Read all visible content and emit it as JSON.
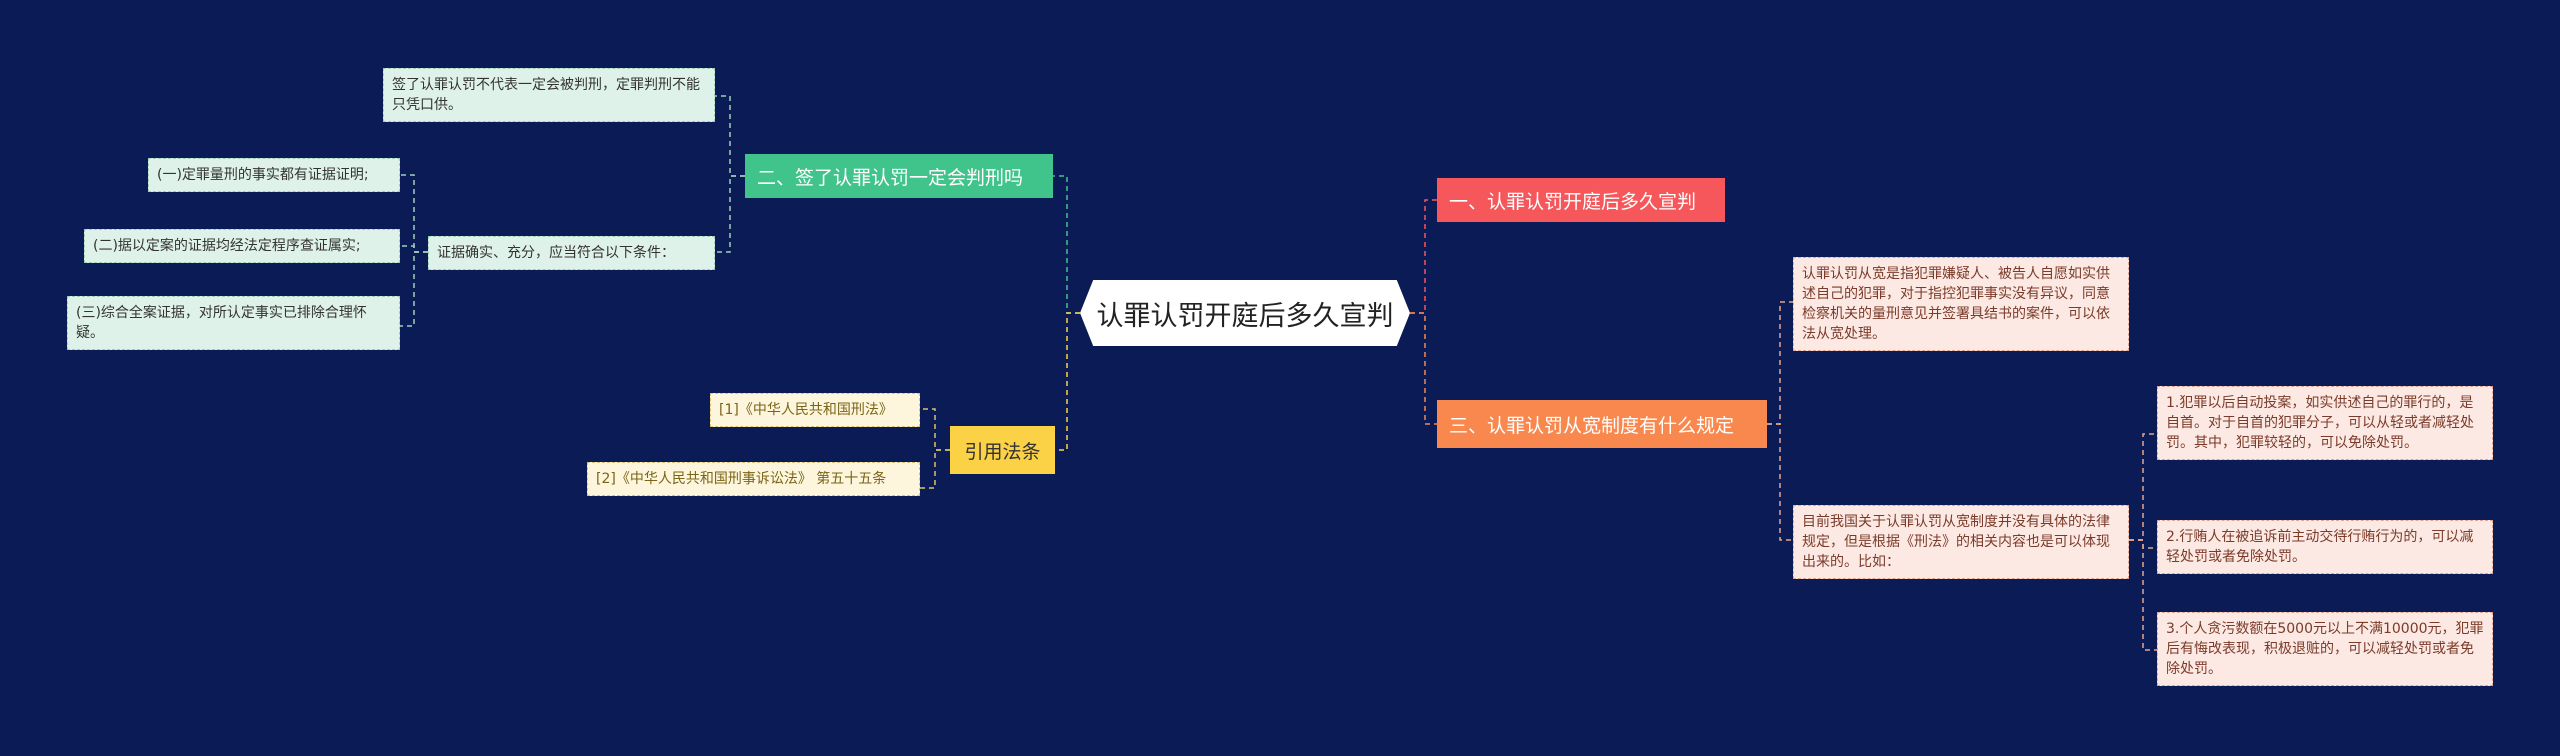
{
  "colors": {
    "background": "#0b1b55",
    "branch1": "#f5575b",
    "branch2": "#41c48b",
    "branch3": "#f8884e",
    "branch4": "#fbd245"
  },
  "root": "认罪认罚开庭后多久宣判",
  "branches": {
    "b1": "一、认罪认罚开庭后多久宣判",
    "b2": "二、签了认罪认罚一定会判刑吗",
    "b3": "三、认罪认罚从宽制度有什么规定",
    "b4": "引用法条"
  },
  "b2_children": {
    "g1": "签了认罪认罚不代表一定会被判刑，定罪判刑不能只凭口供。",
    "g2": "证据确实、充分，应当符合以下条件：",
    "g3": "(一)定罪量刑的事实都有证据证明;",
    "g4": "(二)据以定案的证据均经法定程序查证属实;",
    "g5": "(三)综合全案证据，对所认定事实已排除合理怀疑。"
  },
  "b3_children": {
    "r1": "认罪认罚从宽是指犯罪嫌疑人、被告人自愿如实供述自己的犯罪，对于指控犯罪事实没有异议，同意检察机关的量刑意见并签署具结书的案件，可以依法从宽处理。",
    "r2": "目前我国关于认罪认罚从宽制度并没有具体的法律规定，但是根据《刑法》的相关内容也是可以体现出来的。比如：",
    "r3": "1.犯罪以后自动投案，如实供述自己的罪行的，是自首。对于自首的犯罪分子，可以从轻或者减轻处罚。其中，犯罪较轻的，可以免除处罚。",
    "r4": "2.行贿人在被追诉前主动交待行贿行为的，可以减轻处罚或者免除处罚。",
    "r5": "3.个人贪污数额在5000元以上不满10000元，犯罪后有悔改表现，积极退赃的，可以减轻处罚或者免除处罚。"
  },
  "b4_children": {
    "y1": "[1]《中华人民共和国刑法》",
    "y2": "[2]《中华人民共和国刑事诉讼法》 第五十五条"
  }
}
